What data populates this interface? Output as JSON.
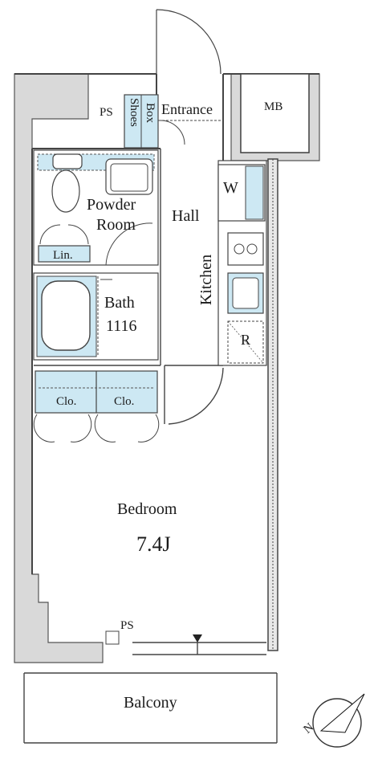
{
  "rooms": {
    "ps_top": "PS",
    "shoes_box_1": "Shoes",
    "shoes_box_2": "Box",
    "entrance": "Entrance",
    "mb": "MB",
    "washer": "W",
    "powder_1": "Powder",
    "powder_2": "Room",
    "hall": "Hall",
    "kitchen": "Kitchen",
    "linen": "Lin.",
    "bath_1": "Bath",
    "bath_2": "1116",
    "fridge": "R",
    "closet_1": "Clo.",
    "closet_2": "Clo.",
    "bedroom": "Bedroom",
    "bedroom_size": "7.4J",
    "ps_bottom": "PS",
    "balcony": "Balcony",
    "north": "N"
  },
  "colors": {
    "wall": "#5a5a5a",
    "wall_fill": "#d7d7d7",
    "fixture_blue": "#cde8f3",
    "line": "#333333"
  }
}
